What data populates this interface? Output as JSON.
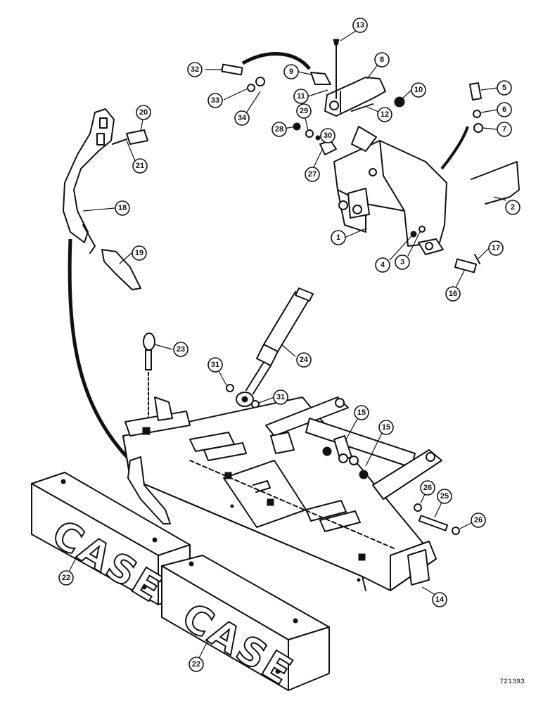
{
  "figure_number": "721393",
  "weights": {
    "brand_text": "CASE"
  },
  "callouts": [
    "1",
    "2",
    "3",
    "4",
    "5",
    "6",
    "7",
    "8",
    "9",
    "10",
    "11",
    "12",
    "13",
    "14",
    "15",
    "15",
    "16",
    "17",
    "18",
    "19",
    "20",
    "21",
    "22",
    "22",
    "23",
    "24",
    "25",
    "26",
    "26",
    "27",
    "28",
    "29",
    "30",
    "31",
    "31",
    "32",
    "33",
    "34"
  ]
}
